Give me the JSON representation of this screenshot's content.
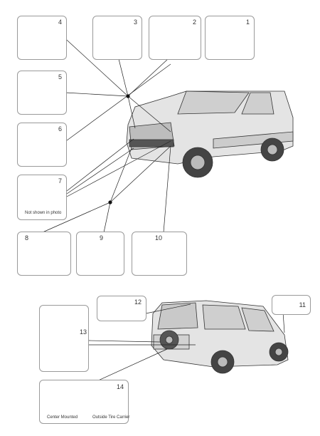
{
  "callouts": {
    "c1": "1",
    "c2": "2",
    "c3": "3",
    "c4": "4",
    "c5": "5",
    "c6": "6",
    "c7": "7",
    "c8": "8",
    "c9": "9",
    "c10": "10",
    "c11": "11",
    "c12": "12",
    "c13": "13",
    "c14": "14"
  },
  "captions": {
    "not_shown": "Not shown in photo",
    "center_mounted": "Center Mounted",
    "outside_tire_carrier": "Outside Tire Carrier"
  },
  "colors": {
    "line": "#222222",
    "box_border": "#9a9a9a",
    "part_fill": "#d8d8d8",
    "part_dark": "#555555"
  }
}
